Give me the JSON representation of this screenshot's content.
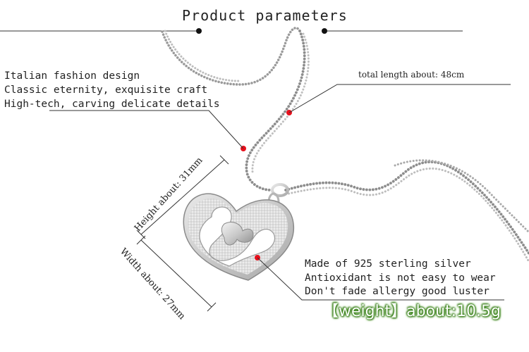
{
  "title": "Product parameters",
  "features": [
    "Italian fashion design",
    "Classic eternity, exquisite craft",
    "High-tech, carving delicate details"
  ],
  "total_length": "total length about: 48cm",
  "height": "Height about: 31mm",
  "width": "Width about: 27mm",
  "material": [
    "Made of 925 sterling silver",
    "Antioxidant is not easy to wear",
    "Don't fade allergy good luster"
  ],
  "weight": "【weight】about:10.5g",
  "colors": {
    "marker_red": "#e8101c",
    "weight_glow": "#3d8a1c",
    "silver": "#c8c8c8"
  }
}
